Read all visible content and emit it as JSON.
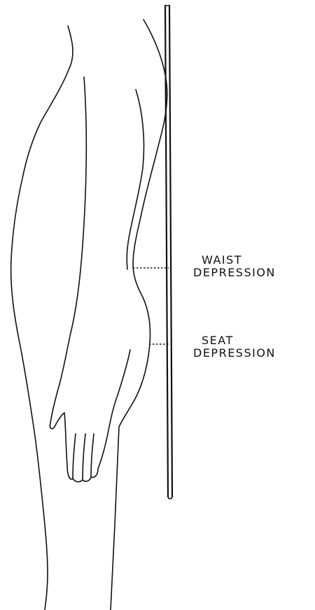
{
  "labels": {
    "waist": {
      "line1": "WAIST",
      "line2": "DEPRESSION"
    },
    "seat": {
      "line1": "SEAT",
      "line2": "DEPRESSION"
    }
  }
}
